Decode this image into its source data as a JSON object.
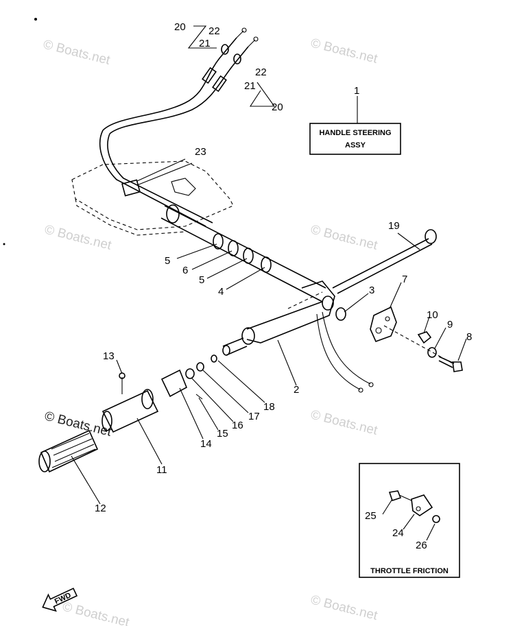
{
  "watermarks": [
    "© Boats.net",
    "© Boats.net",
    "© Boats.net",
    "© Boats.net",
    "© Boats.net",
    "© Boats.net",
    "© Boats.net",
    "© Boats.net"
  ],
  "callouts": {
    "c1": "1",
    "c2": "2",
    "c3": "3",
    "c4": "4",
    "c5a": "5",
    "c5b": "5",
    "c6": "6",
    "c7": "7",
    "c8": "8",
    "c9": "9",
    "c10": "10",
    "c11": "11",
    "c12": "12",
    "c13": "13",
    "c14": "14",
    "c15": "15",
    "c16": "16",
    "c17": "17",
    "c18": "18",
    "c19": "19",
    "c20a": "20",
    "c20b": "20",
    "c21a": "21",
    "c21b": "21",
    "c22a": "22",
    "c22b": "22",
    "c23": "23",
    "c24": "24",
    "c25": "25",
    "c26": "26"
  },
  "assembly_box": {
    "line1": "HANDLE STEERING",
    "line2": "ASSY"
  },
  "friction_box": {
    "title": "THROTTLE FRICTION"
  },
  "fwd": "FWD"
}
